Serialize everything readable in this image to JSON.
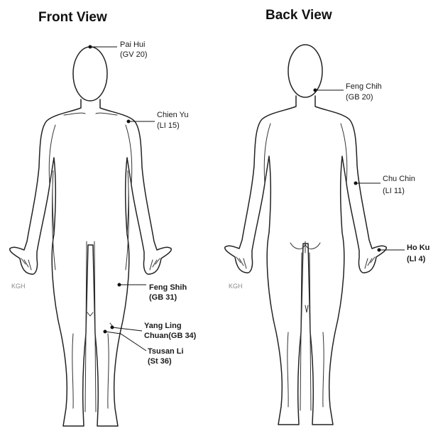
{
  "front": {
    "title": "Front View",
    "signature": "KGH",
    "points": [
      {
        "name": "Pai Hui",
        "code": "(GV 20)"
      },
      {
        "name": "Chien Yu",
        "code": "(LI 15)"
      },
      {
        "name": "Feng Shih",
        "code": "(GB 31)"
      },
      {
        "name": "Yang Ling",
        "code": "Chuan(GB 34)"
      },
      {
        "name": "Tsusan Li",
        "code": "(St 36)"
      }
    ]
  },
  "back": {
    "title": "Back View",
    "signature": "KGH",
    "points": [
      {
        "name": "Feng Chih",
        "code": "(GB 20)"
      },
      {
        "name": "Chu Chin",
        "code": "(LI 11)"
      },
      {
        "name": "Ho Ku",
        "code": "(LI 4)"
      }
    ]
  }
}
